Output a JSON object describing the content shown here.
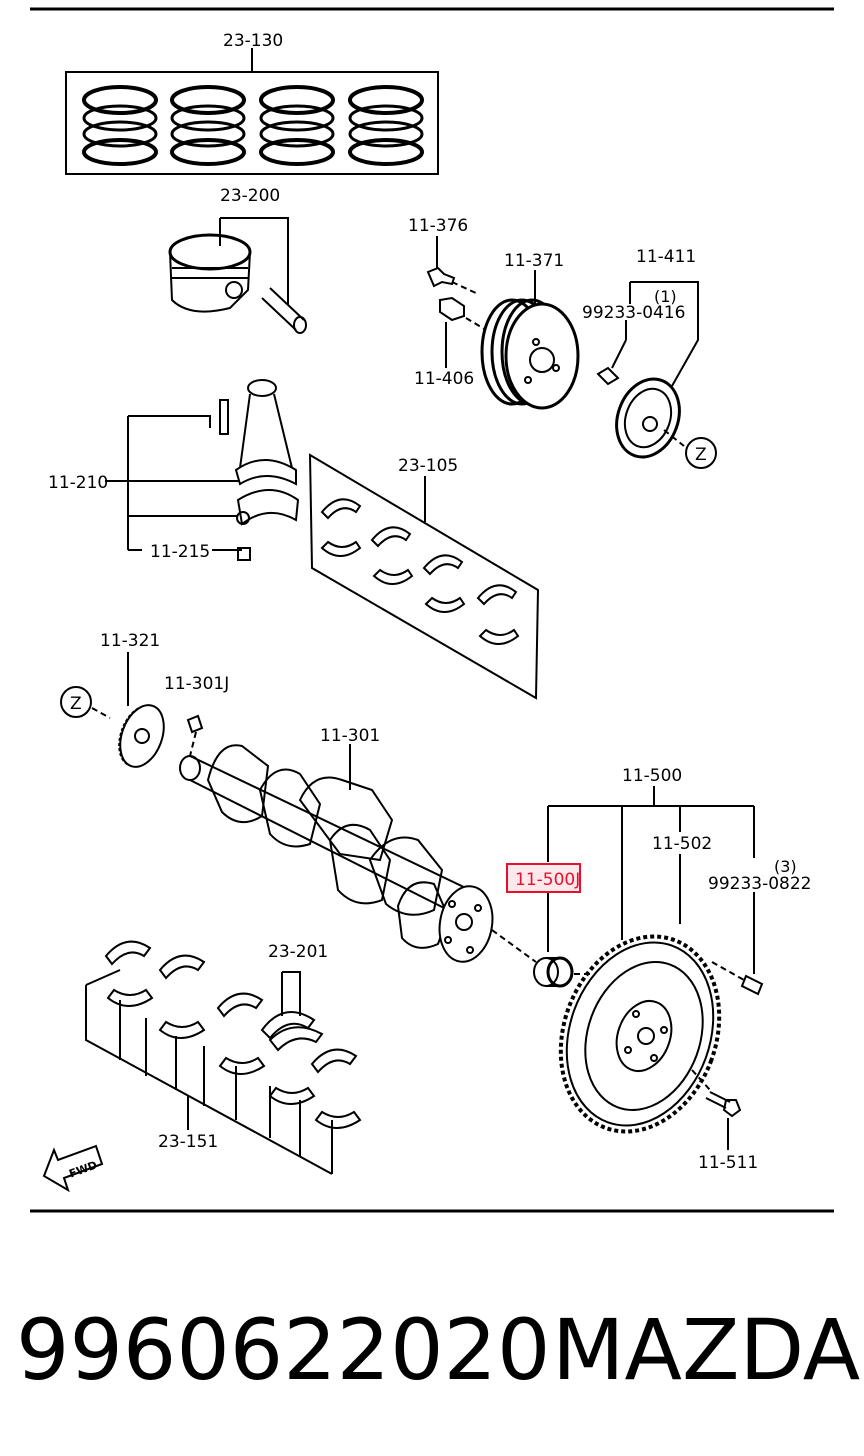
{
  "diagram": {
    "labels": {
      "l_23_130": "23-130",
      "l_23_200": "23-200",
      "l_11_376": "11-376",
      "l_11_371": "11-371",
      "l_11_411": "11-411",
      "l_11_411_qty": "(1)",
      "l_99233_0416": "99233-0416",
      "l_11_406": "11-406",
      "l_z_top": "Z",
      "l_11_210": "11-210",
      "l_23_105": "23-105",
      "l_11_215": "11-215",
      "l_11_321": "11-321",
      "l_11_301j": "11-301J",
      "l_z_bottom": "Z",
      "l_11_301": "11-301",
      "l_11_500": "11-500",
      "l_11_502": "11-502",
      "l_11_500j": "11-500J",
      "l_99233_0822_qty": "(3)",
      "l_99233_0822": "99233-0822",
      "l_23_201": "23-201",
      "l_23_151": "23-151",
      "l_11_511": "11-511",
      "l_fwd": "FWD"
    },
    "highlight_color": "#e8112d",
    "line_color": "#000000"
  },
  "footer": {
    "part_number": "9960622020",
    "brand": "MAZDA"
  }
}
